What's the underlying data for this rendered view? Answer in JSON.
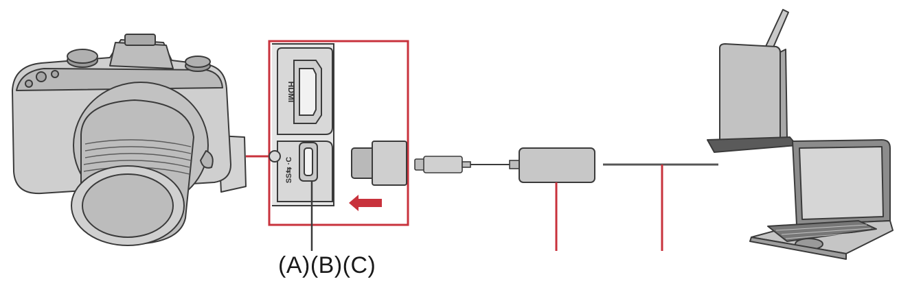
{
  "diagram": {
    "port_labels": {
      "hdmi": "HDMI",
      "usb": "SS⇆ ·C"
    },
    "callout": "(A)(B)(C)",
    "colors": {
      "callout_red": "#c8323c",
      "body_gray": "#c9c9c9",
      "dark_gray": "#6e6e6e",
      "outline": "#3a3a3a"
    },
    "icons": [
      "camera-icon",
      "usb-c-plug-icon",
      "usb-adapter-icon",
      "wireless-router-icon",
      "laptop-icon",
      "insert-arrow-icon"
    ]
  }
}
